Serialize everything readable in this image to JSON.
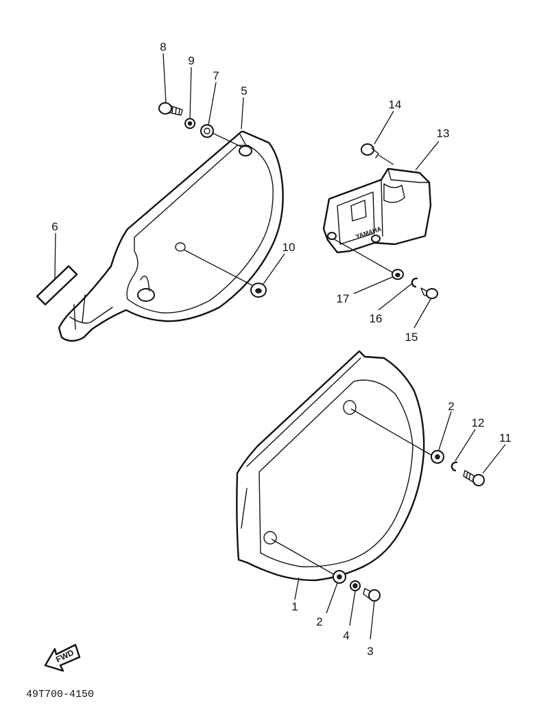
{
  "callouts": [
    "1",
    "2",
    "2",
    "3",
    "4",
    "5",
    "6",
    "7",
    "8",
    "9",
    "10",
    "11",
    "12",
    "13",
    "14",
    "15",
    "16",
    "17"
  ],
  "emblem_text": "YAMAHA",
  "fwd_label": "FWD",
  "diagram_number": "49T700-4150"
}
